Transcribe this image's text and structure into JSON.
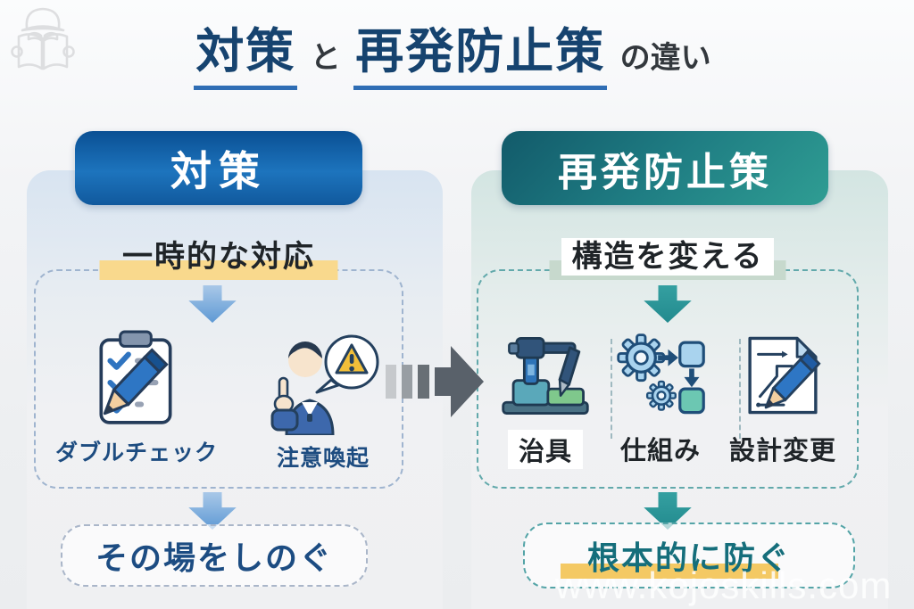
{
  "title": {
    "keyword_left": "対策",
    "connector": "と",
    "keyword_right": "再発防止策",
    "suffix": "の違い"
  },
  "left_panel": {
    "header": "対策",
    "subheading": "一時的な対応",
    "items": [
      {
        "label": "ダブルチェック",
        "icon": "checklist-pencil-icon"
      },
      {
        "label": "注意喚起",
        "icon": "person-alert-icon"
      }
    ],
    "conclusion": "その場をしのぐ",
    "accent_color": "#1565ad",
    "highlight_color": "#f9d98d"
  },
  "right_panel": {
    "header": "再発防止策",
    "subheading": "構造を変える",
    "items": [
      {
        "label": "治具",
        "icon": "jig-machine-icon"
      },
      {
        "label": "仕組み",
        "icon": "gears-flow-icon"
      },
      {
        "label": "設計変更",
        "icon": "design-document-icon"
      }
    ],
    "conclusion": "根本的に防ぐ",
    "accent_color": "#1d7a82",
    "subheading_highlight_color": "#c7d9cd",
    "conclusion_highlight_color": "#f4c964"
  },
  "watermark": "www.kojoskills.com"
}
